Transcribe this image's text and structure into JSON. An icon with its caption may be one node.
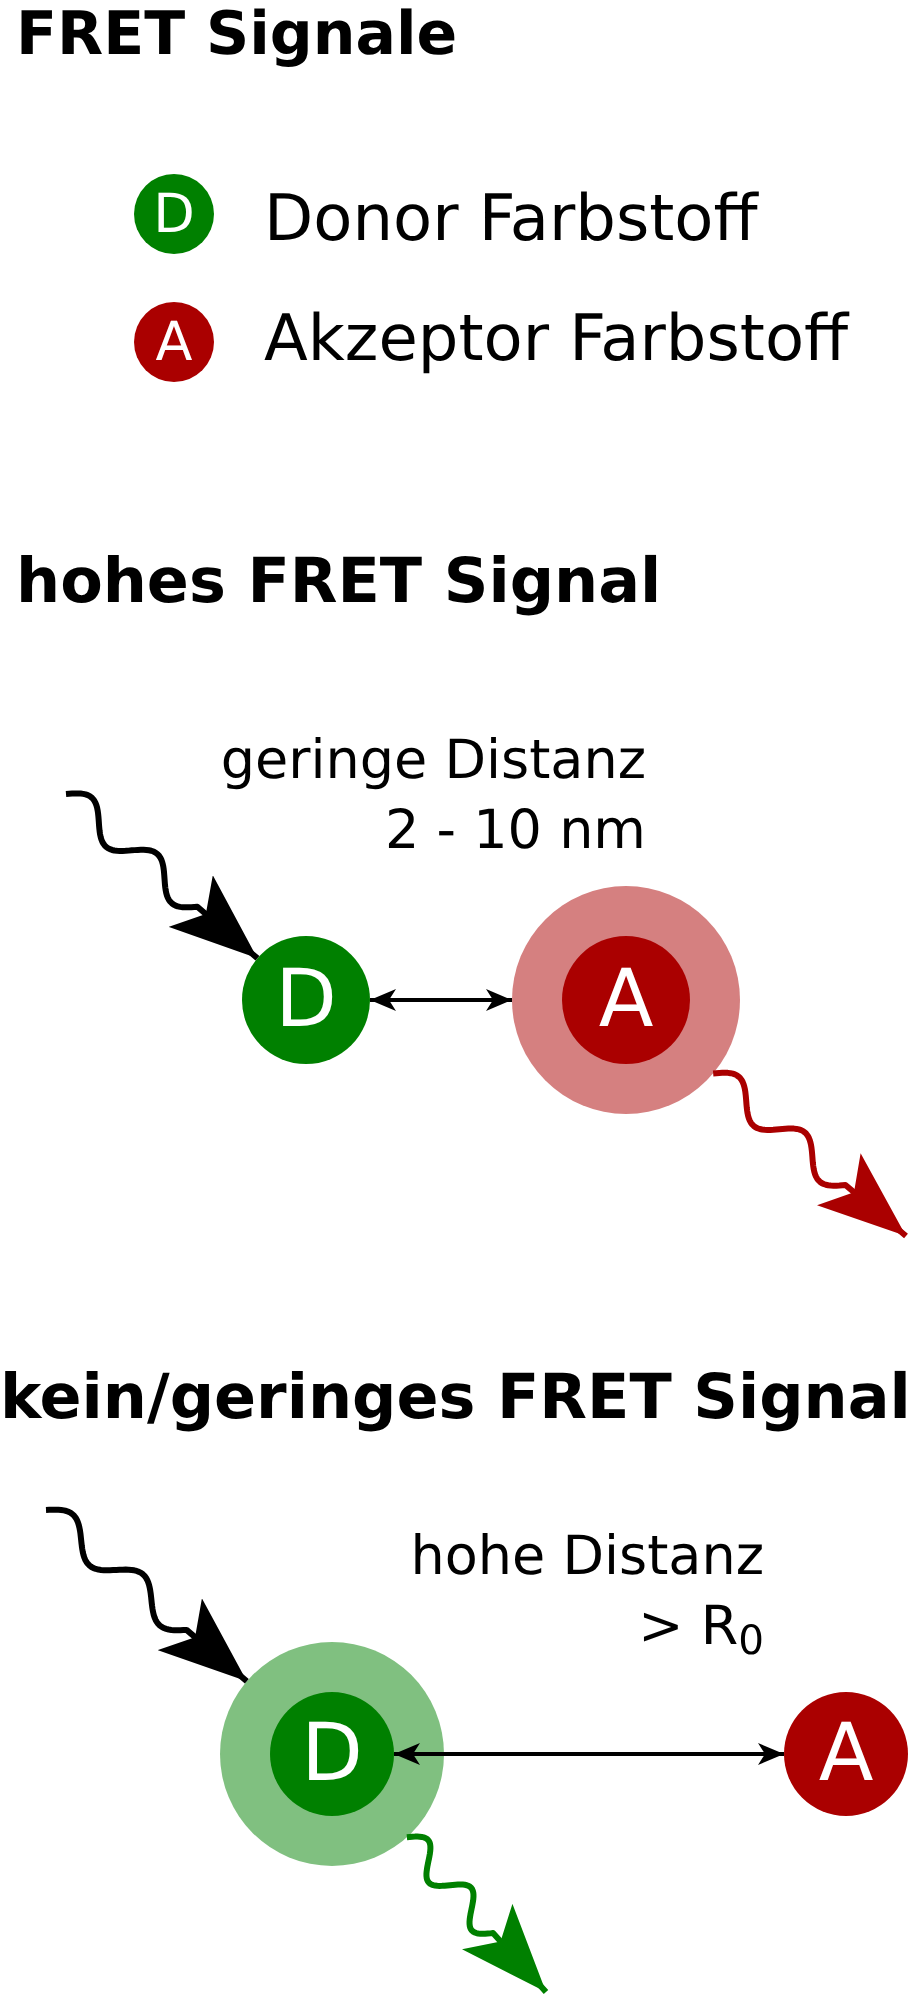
{
  "diagram": {
    "title": "FRET Signale",
    "nodes": [
      {
        "text": [
          "D"
        ]
      },
      {
        "text": [],
        "shape": "circle"
      },
      {
        "text": [
          "A"
        ],
        "in": 1
      },
      {
        "text": [],
        "shape": "circle"
      },
      {
        "text": [
          "D"
        ],
        "in": 3
      },
      {
        "text": [
          "A"
        ]
      }
    ],
    "edges": [
      {
        "from": null,
        "to": 0,
        "arrow": "to"
      },
      {
        "from": 0,
        "to": 1,
        "arrow": "both",
        "label": "geringe Distanz 2 - 10 nm"
      },
      {
        "from": 1,
        "to": null,
        "arrow": "to",
        "color": "#aa0000"
      },
      {
        "from": null,
        "to": 3,
        "arrow": "to"
      },
      {
        "from": 4,
        "to": 5,
        "arrow": "both",
        "label": "hohe Distanz > R$_{0}$"
      },
      {
        "from": 3,
        "to": null,
        "arrow": "to",
        "color": "#008000"
      }
    ],
    "labels": [
      "D",
      "A",
      "hohes FRET Signal",
      "kein/geringes FRET Signal"
    ],
    "legend": [
      {
        "text": "Donor Farbstoff",
        "color": "#008000"
      },
      {
        "text": "Akzeptor Farbstoff",
        "color": "#aa0000"
      }
    ]
  }
}
